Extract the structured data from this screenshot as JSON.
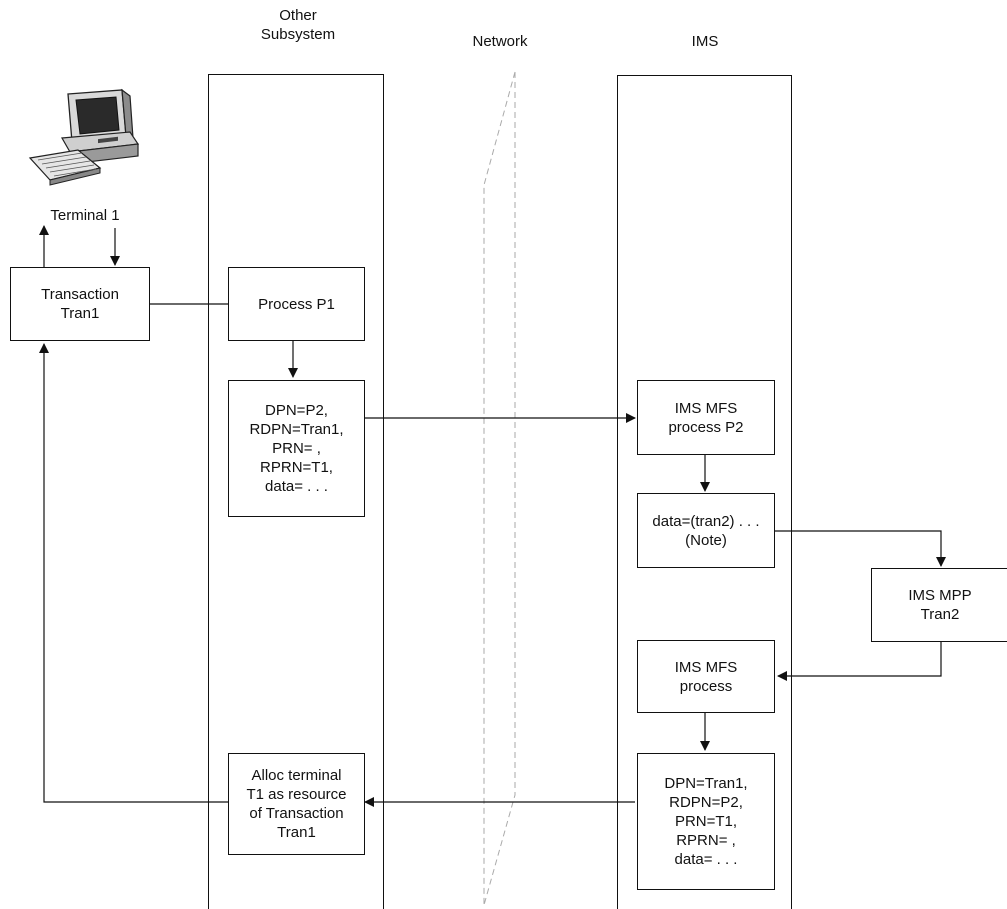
{
  "columns": {
    "other_subsystem": [
      "Other",
      "Subsystem"
    ],
    "network": "Network",
    "ims": "IMS"
  },
  "terminal": {
    "label": "Terminal 1",
    "icon": "computer-terminal-icon"
  },
  "boxes": {
    "transaction": [
      "Transaction",
      "Tran1"
    ],
    "process_p1": [
      "Process P1"
    ],
    "dpn_request": [
      "DPN=P2,",
      "RDPN=Tran1,",
      "PRN= ,",
      "RPRN=T1,",
      "data= . . ."
    ],
    "alloc_terminal": [
      "Alloc terminal",
      "T1 as resource",
      "of Transaction",
      "Tran1"
    ],
    "ims_mfs_p2": [
      "IMS MFS",
      "process P2"
    ],
    "data_tran2": [
      "data=(tran2) . . .",
      "(Note)"
    ],
    "ims_mpp": [
      "IMS MPP",
      "Tran2"
    ],
    "ims_mfs_process": [
      "IMS MFS",
      "process"
    ],
    "dpn_reply": [
      "DPN=Tran1,",
      "RDPN=P2,",
      "PRN=T1,",
      "RPRN= ,",
      "data= . . ."
    ]
  }
}
